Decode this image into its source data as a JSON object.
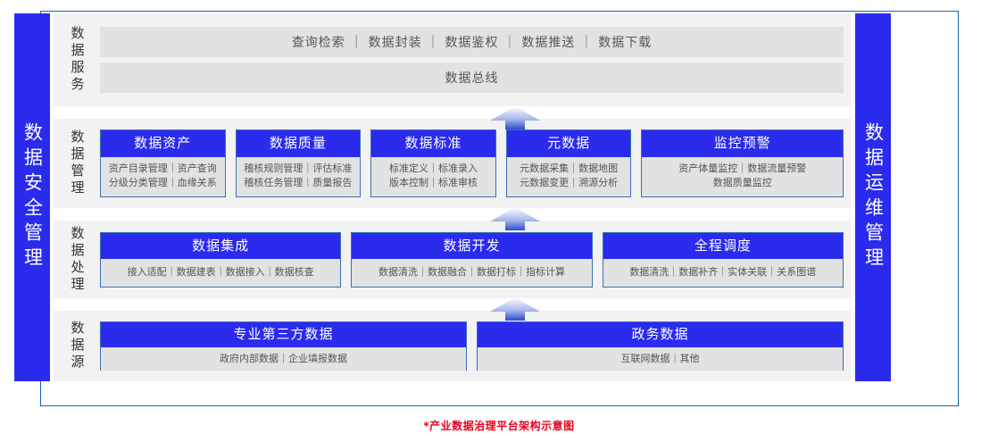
{
  "frame": {
    "border_color": "#1864ab",
    "accent_blue": "#2b2bee",
    "band_bg": "#f2f2f2",
    "card_body_bg": "#e2e2e2"
  },
  "pillars": {
    "left": {
      "label": "数据安全管理"
    },
    "right": {
      "label": "数据运维管理"
    }
  },
  "layers": {
    "service": {
      "label": "数据服务",
      "bars": [
        "查询检索 ｜ 数据封装 ｜ 数据鉴权 ｜ 数据推送 ｜ 数据下载",
        "数据总线"
      ]
    },
    "manage": {
      "label": "数据管理",
      "cards": [
        {
          "title": "数据资产",
          "lines": [
            "资产目录管理｜资产查询",
            "分级分类管理｜血缘关系"
          ],
          "width": "std"
        },
        {
          "title": "数据质量",
          "lines": [
            "稽核规则管理｜评估标准",
            "稽核任务管理｜质量报告"
          ],
          "width": "std"
        },
        {
          "title": "数据标准",
          "lines": [
            "标准定义｜标准录入",
            "版本控制｜标准审核"
          ],
          "width": "std"
        },
        {
          "title": "元数据",
          "lines": [
            "元数据采集｜数据地图",
            "元数据变更｜溯源分析"
          ],
          "width": "std"
        },
        {
          "title": "监控预警",
          "lines": [
            "资产体量监控｜数据流量预警",
            "数据质量监控"
          ],
          "width": "wide"
        }
      ]
    },
    "process": {
      "label": "数据处理",
      "cards": [
        {
          "title": "数据集成",
          "lines": [
            "接入适配｜数据建表｜数据接入｜数据核查"
          ]
        },
        {
          "title": "数据开发",
          "lines": [
            "数据清洗｜数据融合｜数据打标｜指标计算"
          ]
        },
        {
          "title": "全程调度",
          "lines": [
            "数据清洗｜数据补齐｜实体关联｜关系图谱"
          ]
        }
      ]
    },
    "source": {
      "label": "数据源",
      "cards": [
        {
          "title": "专业第三方数据",
          "lines": [
            "政府内部数据｜企业填报数据"
          ]
        },
        {
          "title": "政务数据",
          "lines": [
            "互联网数据｜其他"
          ]
        }
      ]
    }
  },
  "arrows": {
    "count": 3,
    "direction": "up",
    "gradient_from": "#ffffff",
    "gradient_to": "#2b4ccc"
  },
  "caption": {
    "text": "*产业数据治理平台架构示意图",
    "color": "#e8001c"
  }
}
